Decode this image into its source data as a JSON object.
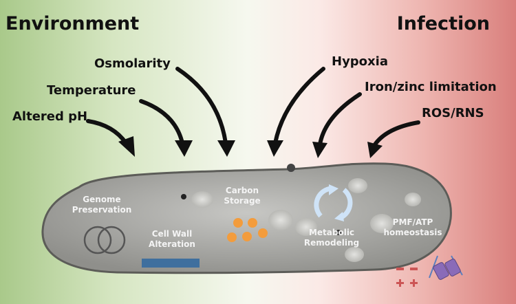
{
  "titles": {
    "left": "Environment",
    "right": "Infection"
  },
  "stresses": {
    "altered_ph": "Altered pH",
    "temperature": "Temperature",
    "osmolarity": "Osmolarity",
    "hypoxia": "Hypoxia",
    "iron_zinc": "Iron/zinc limitation",
    "ros_rns": "ROS/RNS"
  },
  "cell_labels": {
    "genome": [
      "Genome",
      "Preservation"
    ],
    "cell_wall": [
      "Cell Wall",
      "Alteration"
    ],
    "carbon": [
      "Carbon",
      "Storage"
    ],
    "metabolic": [
      "Metabolic",
      "Remodeling"
    ],
    "pmf": [
      "PMF/ATP",
      "homeostasis"
    ]
  },
  "colors": {
    "env_green": "#a9c98a",
    "inf_red": "#d97f7c",
    "carbon_orange": "#f39c3c",
    "wall_blue": "#3f6f9e",
    "cycle_blue": "#cfe3f7",
    "transporter_purple": "#8a6bb8",
    "charge_red": "#cc5555"
  }
}
